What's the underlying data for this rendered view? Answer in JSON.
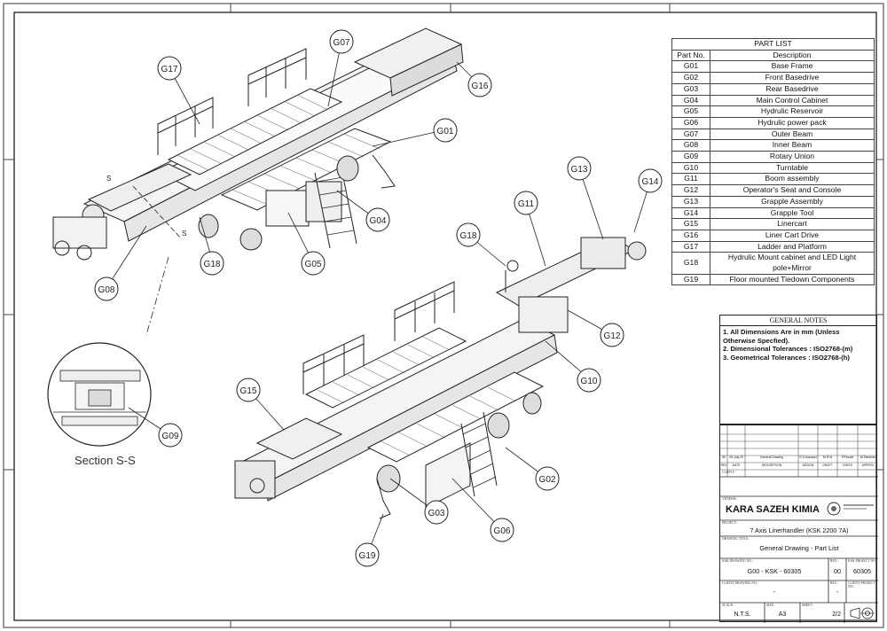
{
  "part_list": {
    "title": "PART LIST",
    "headers": [
      "Part No.",
      "Description"
    ],
    "rows": [
      [
        "G01",
        "Base Frame"
      ],
      [
        "G02",
        "Front Basedrive"
      ],
      [
        "G03",
        "Rear Basedrive"
      ],
      [
        "G04",
        "Main Control Cabinet"
      ],
      [
        "G05",
        "Hydrulic Reservoir"
      ],
      [
        "G06",
        "Hydrulic power pack"
      ],
      [
        "G07",
        "Outer Beam"
      ],
      [
        "G08",
        "Inner Beam"
      ],
      [
        "G09",
        "Rotary Union"
      ],
      [
        "G10",
        "Turntable"
      ],
      [
        "G11",
        "Boom assembly"
      ],
      [
        "G12",
        "Operator's Seat and Console"
      ],
      [
        "G13",
        "Grapple Assembly"
      ],
      [
        "G14",
        "Grapple Tool"
      ],
      [
        "G15",
        "Linercart"
      ],
      [
        "G16",
        "Liner Cart Drive"
      ],
      [
        "G17",
        "Ladder and Platform"
      ],
      [
        "G18",
        "Hydrulic Mount cabinet and LED Light pole+Mirror"
      ],
      [
        "G19",
        "Floor mounted Tiedown Components"
      ]
    ]
  },
  "general_notes": {
    "title": "GENERAL NOTES",
    "lines": [
      "1. All Dimensions Are in mm (Unless Otherwise Specfied).",
      "2. Dimensional Tolerances : ISO2768-(m)",
      "3. Geometrical Tolerances : ISO2768-(h)"
    ]
  },
  "title_block": {
    "revision_row": [
      "00",
      "25.July.19",
      "General Drawing",
      "S.Z.mousavi",
      "M.R.M",
      "F.Rezaei",
      "M.Taherian"
    ],
    "revision_headers": [
      "REV",
      "DATE",
      "DESCRIPTION",
      "DESIGN",
      "DRAFT",
      "CHECK",
      "APPROV"
    ],
    "client_label": "CLIENT:",
    "vendor_label": "VENDOR:",
    "company": "KARA SAZEH KIMIA",
    "project_label": "PROJECT:",
    "project": "7 Axis Linerhandler (KSK 2200 7A)",
    "drawing_title_label": "DRAWING TITLE:",
    "drawing_title": "General Drawing - Part List",
    "drawing_no_label": "KSK DRAWING NO.:",
    "drawing_no": "G00 - KSK - 60305",
    "rev_label": "REV.:",
    "rev": "00",
    "project_no_label": "KSK PROJECT NO.:",
    "project_no": "60305",
    "client_drawing_no_label": "CLIENT DRAWING NO.:",
    "client_drawing_no": "-",
    "client_rev": "-",
    "client_project_no_label": "CLIENT PROJECT NO.:",
    "scale_label": "SCALE:",
    "scale": "N.T.S.",
    "size_label": "SIZE:",
    "size": "A3",
    "sheet_label": "SHEET:",
    "sheet": "2/2"
  },
  "callouts": {
    "G17": "G17",
    "G07": "G07",
    "G16": "G16",
    "G01": "G01",
    "G04": "G04",
    "G05": "G05",
    "G18a": "G18",
    "G08": "G08",
    "G09": "G09",
    "G13": "G13",
    "G14": "G14",
    "G11": "G11",
    "G18b": "G18",
    "G12": "G12",
    "G10": "G10",
    "G15": "G15",
    "G02": "G02",
    "G03": "G03",
    "G06": "G06",
    "G19": "G19"
  },
  "section_marks": {
    "top": "S",
    "bottom": "S"
  },
  "section_caption": "Section S-S",
  "colors": {
    "line": "#222222",
    "paper": "#ffffff",
    "grid": "#555555"
  }
}
